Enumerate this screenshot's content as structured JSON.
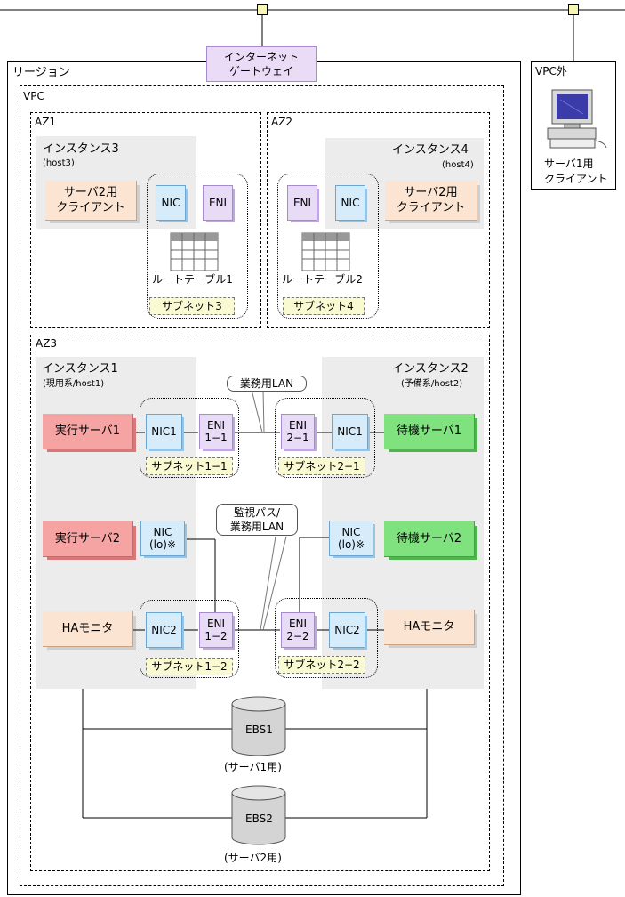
{
  "gateway": {
    "line1": "インターネット",
    "line2": "ゲートウェイ"
  },
  "outside_vpc": {
    "title": "VPC外",
    "client_line1": "サーバ1用",
    "client_line2": "クライアント"
  },
  "region": {
    "title": "リージョン"
  },
  "vpc": {
    "title": "VPC"
  },
  "az1": {
    "title": "AZ1",
    "instance_title": "インスタンス3",
    "instance_host": "(host3)",
    "client_line1": "サーバ2用",
    "client_line2": "クライアント",
    "nic": "NIC",
    "eni": "ENI",
    "route_table": "ルートテーブル1",
    "subnet": "サブネット3"
  },
  "az2": {
    "title": "AZ2",
    "instance_title": "インスタンス4",
    "instance_host": "(host4)",
    "client_line1": "サーバ2用",
    "client_line2": "クライアント",
    "nic": "NIC",
    "eni": "ENI",
    "route_table": "ルートテーブル2",
    "subnet": "サブネット4"
  },
  "az3": {
    "title": "AZ3",
    "business_lan": "業務用LAN",
    "monitor_line1": "監視パス/",
    "monitor_line2": "業務用LAN",
    "instance1": {
      "title": "インスタンス1",
      "host": "(現用系/host1)",
      "server1": "実行サーバ1",
      "server2": "実行サーバ2",
      "ha": "HAモニタ",
      "nic1": "NIC1",
      "nic_lo_line1": "NIC",
      "nic_lo_line2": "(lo)※",
      "nic2": "NIC2",
      "eni1_line1": "ENI",
      "eni1_line2": "1−1",
      "eni2_line1": "ENI",
      "eni2_line2": "1−2",
      "subnet1": "サブネット1−1",
      "subnet2": "サブネット1−2"
    },
    "instance2": {
      "title": "インスタンス2",
      "host": "(予備系/host2)",
      "server1": "待機サーバ1",
      "server2": "待機サーバ2",
      "ha": "HAモニタ",
      "nic1": "NIC1",
      "nic_lo_line1": "NIC",
      "nic_lo_line2": "(lo)※",
      "nic2": "NIC2",
      "eni1_line1": "ENI",
      "eni1_line2": "2−1",
      "eni2_line1": "ENI",
      "eni2_line2": "2−2",
      "subnet1": "サブネット2−1",
      "subnet2": "サブネット2−2"
    },
    "ebs1": {
      "name": "EBS1",
      "caption": "(サーバ1用)"
    },
    "ebs2": {
      "name": "EBS2",
      "caption": "(サーバ2用)"
    }
  },
  "colors": {
    "instance_bg": "#ececec",
    "client_box": "#fbe4d1",
    "active_server": "#f5a3a3",
    "standby_server": "#7fe27f",
    "nic": "#d6ecfb",
    "eni": "#e8dbf6",
    "subnet_label": "#fafad2"
  },
  "icons": [
    "router-junction-icon",
    "computer-terminal-icon",
    "route-table-icon",
    "ebs-disk-icon"
  ]
}
